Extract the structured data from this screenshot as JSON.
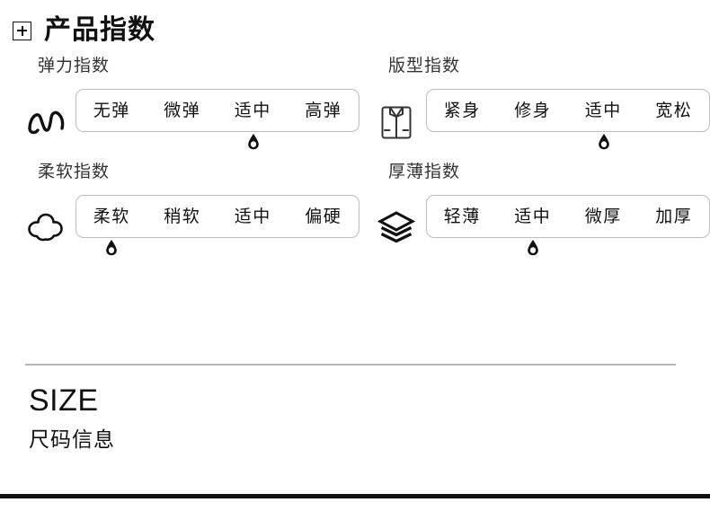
{
  "header": {
    "icon": "plus-square-icon",
    "title": "产品指数"
  },
  "indices": [
    {
      "icon": "spring-coil-icon",
      "label": "弹力指数",
      "options": [
        "无弹",
        "微弹",
        "适中",
        "高弹"
      ],
      "selected_index": 2,
      "selected_value": "适中",
      "marker": "droplet-marker"
    },
    {
      "icon": "folded-shirt-icon",
      "label": "版型指数",
      "options": [
        "紧身",
        "修身",
        "适中",
        "宽松"
      ],
      "selected_index": 2,
      "selected_value": "适中",
      "marker": "droplet-marker"
    },
    {
      "icon": "cloud-icon",
      "label": "柔软指数",
      "options": [
        "柔软",
        "稍软",
        "适中",
        "偏硬"
      ],
      "selected_index": 0,
      "selected_value": "柔软",
      "marker": "droplet-marker"
    },
    {
      "icon": "layers-stack-icon",
      "label": "厚薄指数",
      "options": [
        "轻薄",
        "适中",
        "微厚",
        "加厚"
      ],
      "selected_index": 1,
      "selected_value": "适中",
      "marker": "droplet-marker"
    }
  ],
  "size_section": {
    "title_en": "SIZE",
    "title_cn": "尺码信息"
  },
  "colors": {
    "text": "#111111",
    "label_text": "#333333",
    "pill_border": "#bdbdbd",
    "divider": "#b5b5b5",
    "bottom_bar": "#111111",
    "background": "#ffffff"
  }
}
